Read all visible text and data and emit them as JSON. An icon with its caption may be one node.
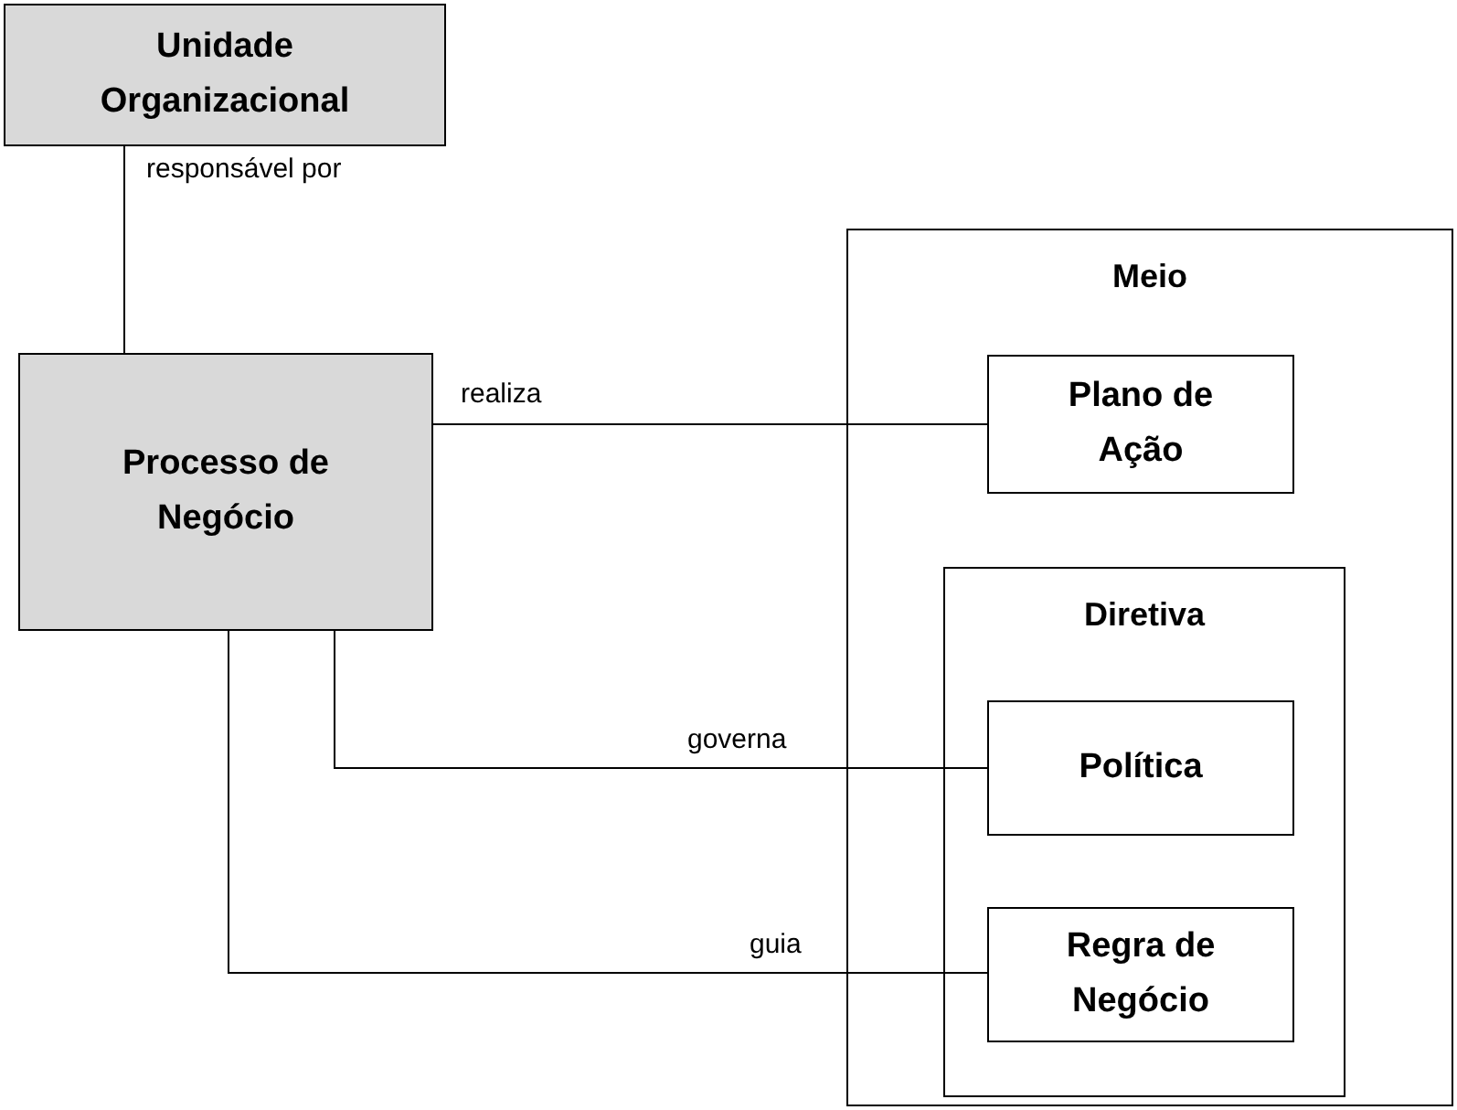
{
  "diagram": {
    "nodes": [
      {
        "text": [
          "Unidade Organizacional"
        ]
      },
      {
        "text": [
          "Processo de Negócio"
        ]
      },
      {
        "text": [
          "Meio"
        ]
      },
      {
        "text": [
          "Plano de Ação"
        ],
        "in": 2
      },
      {
        "text": [
          "Diretiva"
        ],
        "in": 2
      },
      {
        "text": [
          "Política"
        ],
        "in": 4
      },
      {
        "text": [
          "Regra de Negócio"
        ],
        "in": 4
      }
    ],
    "edges": [
      {
        "from": 0,
        "to": 1,
        "arrow": "none",
        "label": "responsável por"
      },
      {
        "from": 1,
        "to": 3,
        "arrow": "none",
        "label": "realiza"
      },
      {
        "from": 1,
        "to": 5,
        "arrow": "none",
        "label": "governa"
      },
      {
        "from": 1,
        "to": 6,
        "arrow": "none",
        "label": "guia"
      }
    ]
  }
}
